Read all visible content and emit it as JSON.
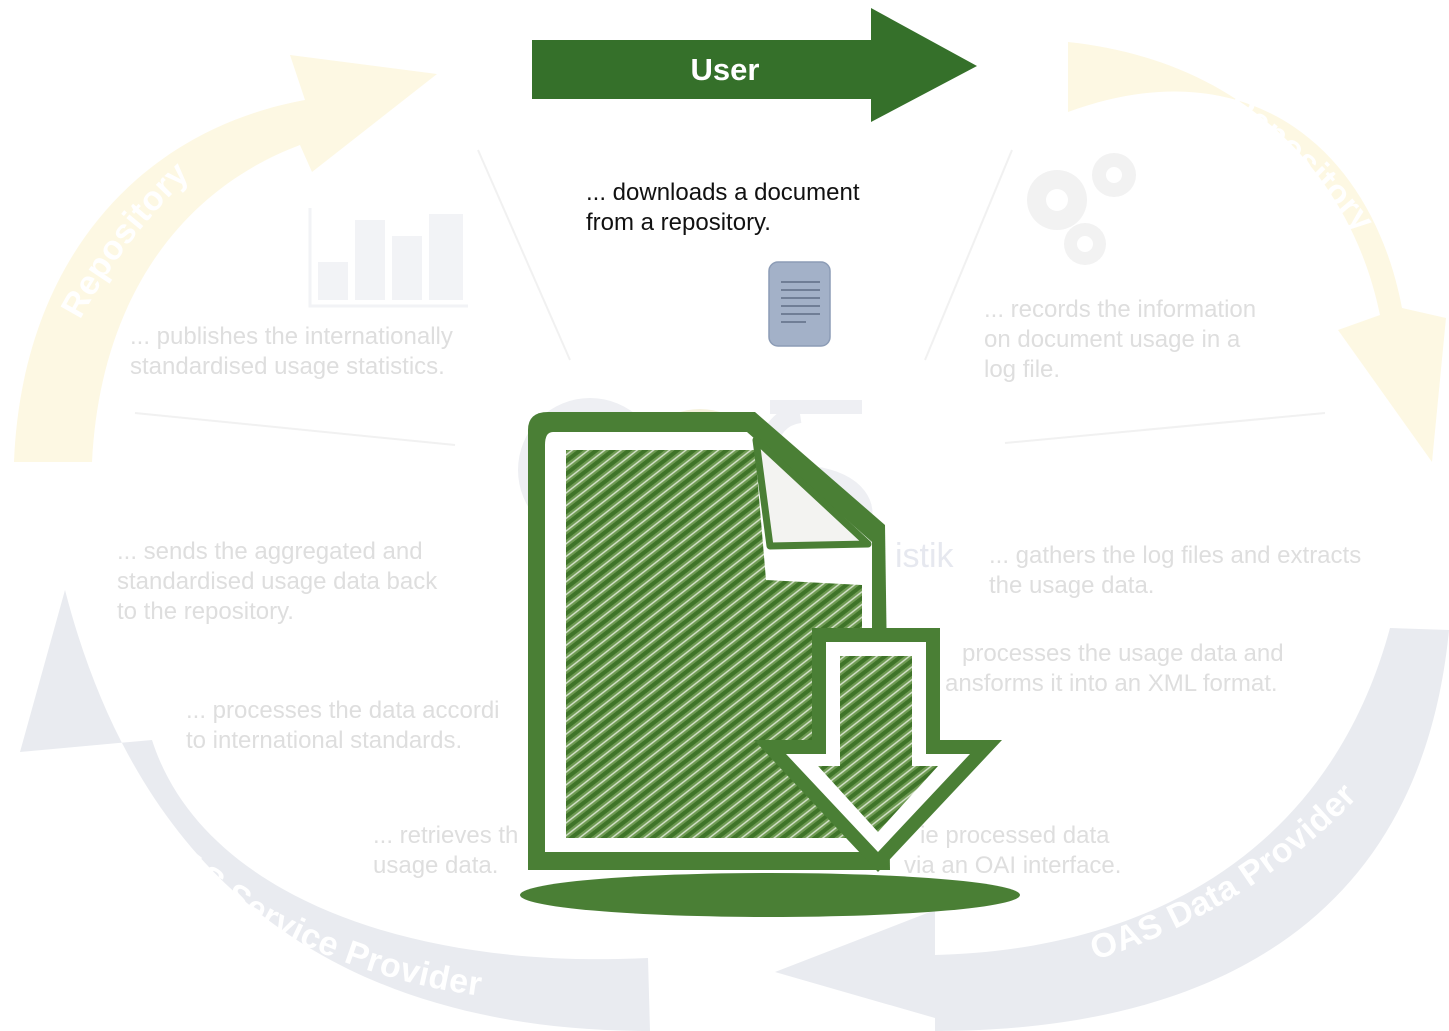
{
  "user_arrow": {
    "label": "User",
    "color": "#35702a"
  },
  "active_step": {
    "lines": [
      "... downloads a document",
      "from a repository."
    ]
  },
  "faded_steps": {
    "publishes": [
      "... publishes the internationally",
      "standardised usage statistics."
    ],
    "records": [
      "... records the information",
      "on document usage in a",
      "log file."
    ],
    "sends": [
      "... sends the aggregated and",
      "standardised usage data back",
      "to the repository."
    ],
    "gathers": [
      "... gathers the log files and extracts",
      "the usage data."
    ],
    "processes_intl": [
      "... processes the data accordi",
      "to international standards."
    ],
    "processes_xml": [
      "processes the usage data and",
      "ansforms it into an XML format."
    ],
    "retrieves": [
      "... retrieves th",
      "usage data."
    ],
    "provides": [
      "ie processed data",
      "via an OAI interface."
    ]
  },
  "arc_labels": {
    "repository_left": "Repository",
    "repository_right": "Repository",
    "oas_service_provider": "OAS Service Provider",
    "oas_data_provider": "OAS Data Provider"
  },
  "watermark_text": "istik",
  "colors": {
    "repository_arrow": "#fdf8e3",
    "repository_label": "#ffffff",
    "provider_arrow": "#e9ebf0",
    "provider_label": "#ffffff",
    "download_icon_green": "#4a7f35",
    "document_icon": "#a3b1c8"
  },
  "icons": [
    "bar-chart-icon",
    "gears-icon",
    "document-icon",
    "download-document-icon"
  ]
}
